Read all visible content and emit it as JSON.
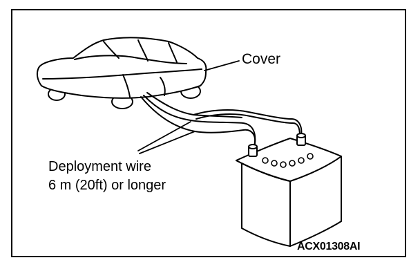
{
  "figure": {
    "labels": {
      "cover": "Cover",
      "deployment_wire_line1": "Deployment wire",
      "deployment_wire_line2": "6 m (20ft) or longer",
      "figure_code": "ACX01308AI"
    },
    "colors": {
      "ink": "#000000",
      "background": "#ffffff"
    },
    "illustration_parts": [
      "car-under-cover",
      "deployment-wire",
      "battery",
      "leader-lines"
    ]
  }
}
